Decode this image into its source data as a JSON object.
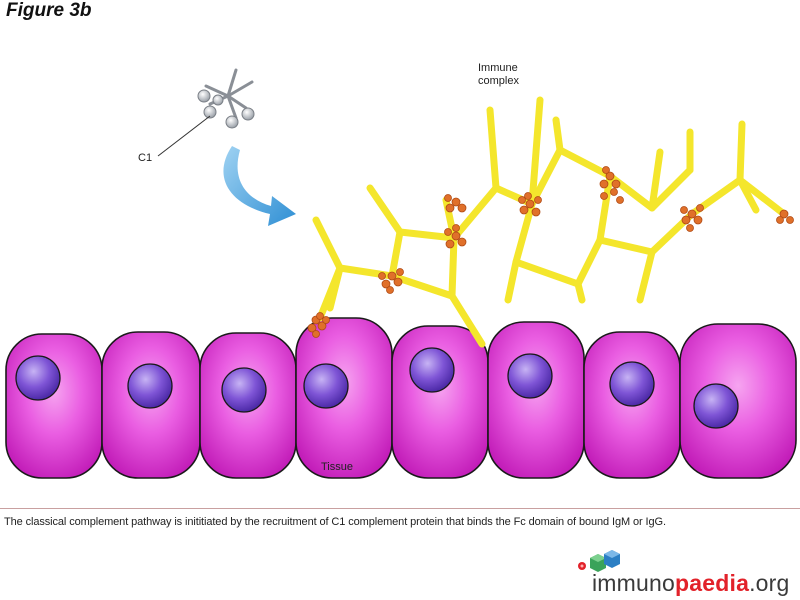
{
  "figure": {
    "title": "Figure 3b",
    "labels": {
      "c1": "C1",
      "immune_complex_line1": "Immune",
      "immune_complex_line2": "complex",
      "tissue": "Tissue"
    },
    "cell_count": 8
  },
  "caption": "The classical complement pathway is inititiated by the recruitment of C1 complement protein that binds the Fc domain of bound IgM or IgG.",
  "logo": {
    "name": "immunopaedia.org",
    "part1": "immuno",
    "part2": "paedia",
    "part3": ".org"
  },
  "colors": {
    "cell_fill": "#e23ad6",
    "nucleus_fill": "#7a4fd0",
    "antibody": "#f4e62c",
    "complement_cluster": "#e0702a",
    "arrow": "#4aa2dc",
    "logo_red": "#e2222a",
    "logo_blue": "#2b7fc4",
    "logo_green": "#3aa35a"
  }
}
